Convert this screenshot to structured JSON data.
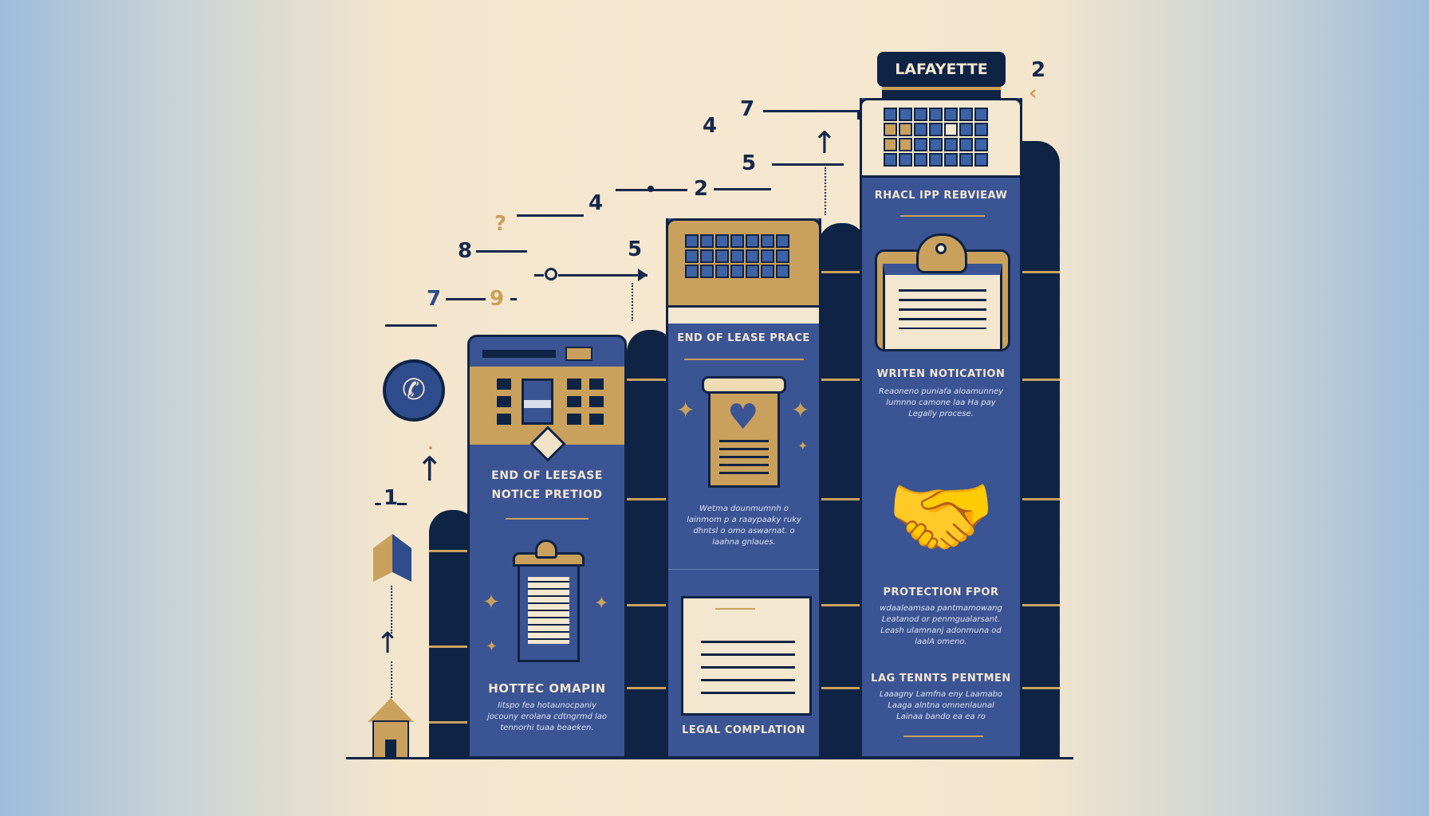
{
  "header": {
    "label": "LAFAYETTE",
    "corner_number": "2"
  },
  "timeline_numbers": [
    "7",
    "4",
    "5",
    "2",
    "4",
    "?",
    "8",
    "5",
    "7",
    "9",
    "1"
  ],
  "columns": [
    {
      "title": "END OF LEESASE NOTICE PRETIOD",
      "subtitle": "HOTTEC OMAPIN",
      "body": "Iitspo fea hotaunocpaniy jocouny erolana cdtngrmd lao tennorhi tuaa beaeken."
    },
    {
      "title": "END OF LEASE PRACE",
      "body": "Wetma dounmumnh o lainmom p a raaypaaky ruky dhntsl o omo aswarnat. o laahna gnlaues.",
      "subtitle": "LEGAL COMPLATION"
    },
    {
      "title": "RHACL IPP REBVIEAW",
      "subtitle": "WRITEN NOTICATION",
      "body": "Reaoneno puniafa aloamunney lumnno camone laa Ha pay Legally procese.",
      "subtitle2": "PROTECTION FPOR",
      "body2": "wdaaleamsaa pantmamowang Leatanod or penmgualarsant. Leash ulamnanj adonmuna od laalA omeno.",
      "subtitle3": "LAG TENNTS PENTMEN",
      "body3": "Laaagny Lamfna eny Laamabo Laaga alntna omnenlaunal Lainaa bando ea ea ro"
    }
  ],
  "colors": {
    "navy": "#0f2344",
    "blue": "#3b5494",
    "gold": "#c9a15c",
    "cream": "#f6e8d0"
  }
}
